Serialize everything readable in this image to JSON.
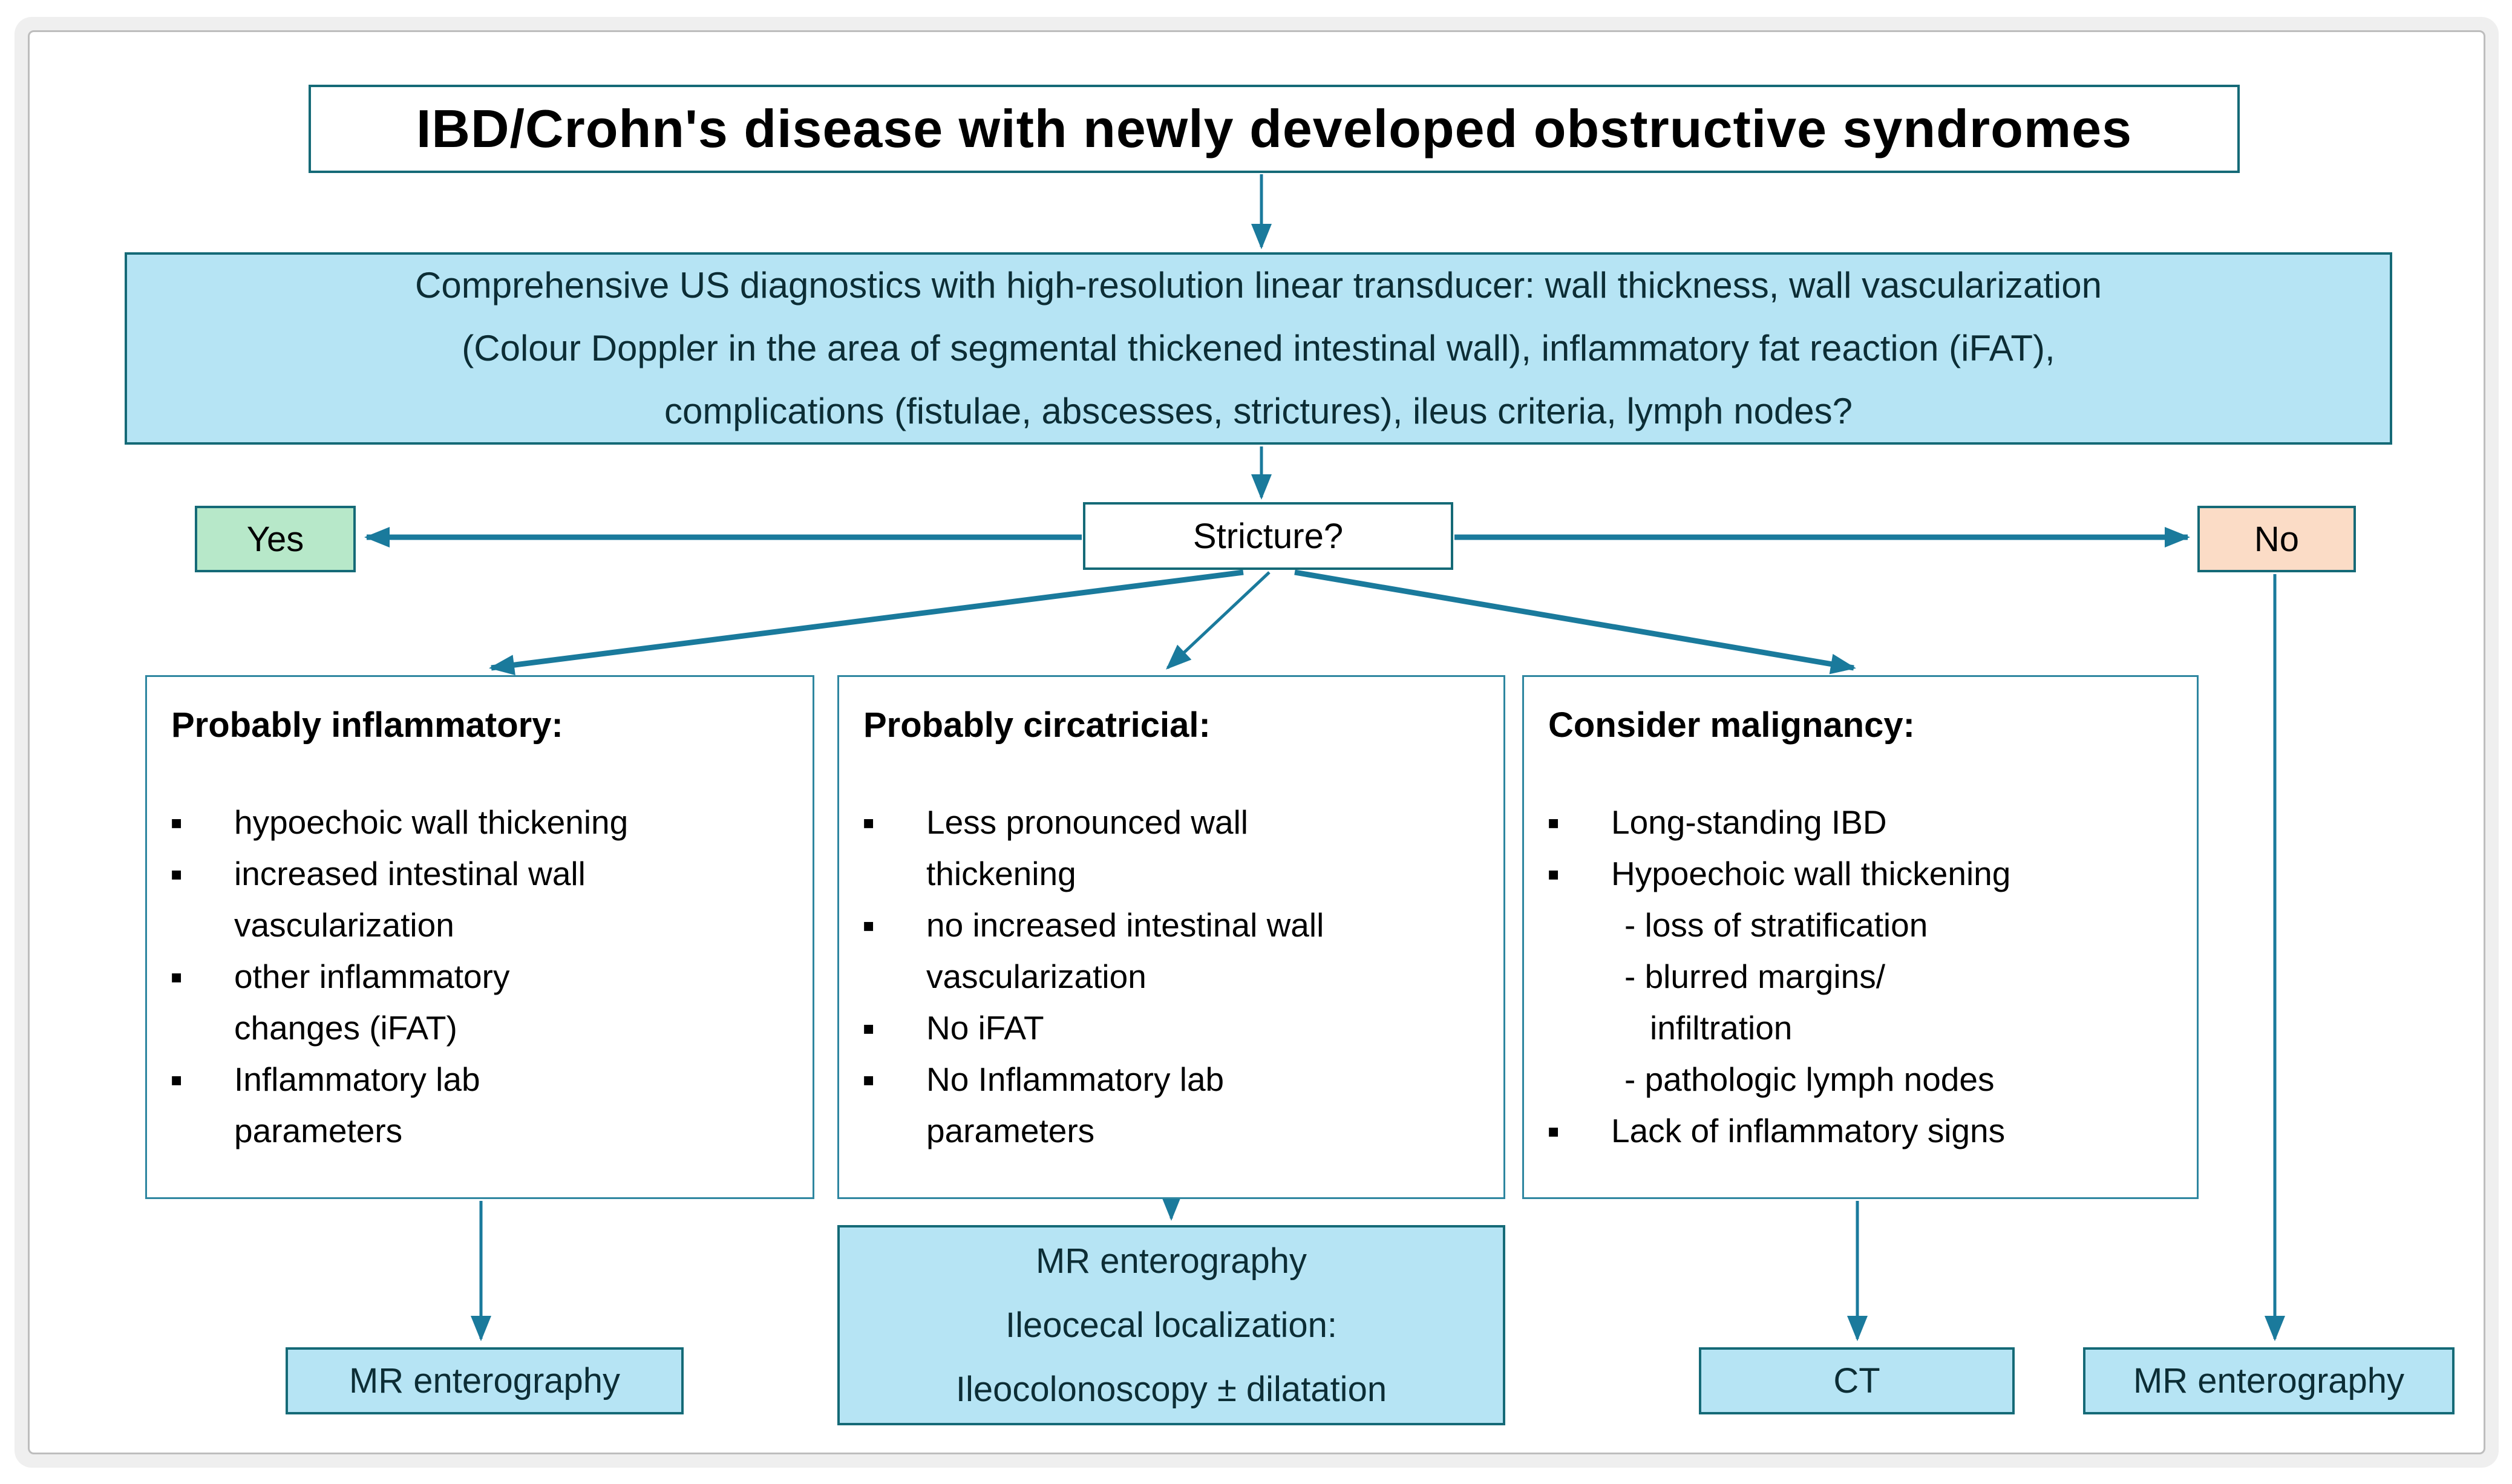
{
  "colors": {
    "box_border_dark": "#156a77",
    "box_border_light": "#2e86a0",
    "blue_fill": "#b6e4f4",
    "green_fill": "#b7e8c9",
    "peach_fill": "#fbdcc6",
    "arrow": "#1a7a9c",
    "text_dark": "#0c2d35",
    "frame_border": "#bdbdbd",
    "frame_ring": "#efefef"
  },
  "icons": {
    "bullet_square": "▪"
  },
  "title": {
    "text": "IBD/Crohn's disease with newly developed obstructive syndromes"
  },
  "us_box": {
    "lines": [
      "Comprehensive US diagnostics with high-resolution linear transducer: wall thickness, wall vascularization",
      "(Colour Doppler in the area of segmental thickened intestinal wall), inflammatory fat reaction (iFAT),",
      "complications (fistulae, abscesses, strictures), ileus criteria, lymph nodes?"
    ]
  },
  "stricture": {
    "label": "Stricture?"
  },
  "yes": {
    "label": "Yes"
  },
  "no": {
    "label": "No"
  },
  "boxes": {
    "inflammatory": {
      "heading": "Probably inflammatory:",
      "rows": [
        {
          "marker": "square",
          "text": "hypoechoic wall thickening"
        },
        {
          "marker": "square",
          "text": "increased intestinal wall"
        },
        {
          "marker": "none",
          "text": "vascularization"
        },
        {
          "marker": "square",
          "text": "other inflammatory"
        },
        {
          "marker": "none",
          "text": "changes (iFAT)"
        },
        {
          "marker": "square",
          "text": "Inflammatory lab"
        },
        {
          "marker": "none",
          "text": "parameters"
        }
      ]
    },
    "circatricial": {
      "heading": "Probably circatricial:",
      "rows": [
        {
          "marker": "square",
          "text": "Less pronounced wall"
        },
        {
          "marker": "none",
          "text": "thickening"
        },
        {
          "marker": "square",
          "text": "no increased intestinal wall"
        },
        {
          "marker": "none",
          "text": "vascularization"
        },
        {
          "marker": "square",
          "text": "No iFAT"
        },
        {
          "marker": "square",
          "text": "No Inflammatory lab"
        },
        {
          "marker": "none",
          "text": "parameters"
        }
      ]
    },
    "malignancy": {
      "heading": "Consider malignancy:",
      "rows": [
        {
          "marker": "square",
          "text": "Long-standing IBD"
        },
        {
          "marker": "square",
          "text": "Hypoechoic wall thickening"
        },
        {
          "marker": "dash",
          "text": "- loss of stratification"
        },
        {
          "marker": "dash",
          "text": "- blurred margins/"
        },
        {
          "marker": "dashcont",
          "text": "infiltration"
        },
        {
          "marker": "dash",
          "text": "- pathologic lymph nodes"
        },
        {
          "marker": "square",
          "text": "Lack of inflammatory signs"
        }
      ]
    }
  },
  "outcomes": {
    "mr_left": {
      "label": "MR enterography"
    },
    "mr_middle": {
      "lines": [
        "MR enterography",
        "Ileocecal localization:",
        "Ileocolonoscopy ± dilatation"
      ]
    },
    "ct": {
      "label": "CT"
    },
    "mr_right": {
      "label": "MR enterography"
    }
  }
}
